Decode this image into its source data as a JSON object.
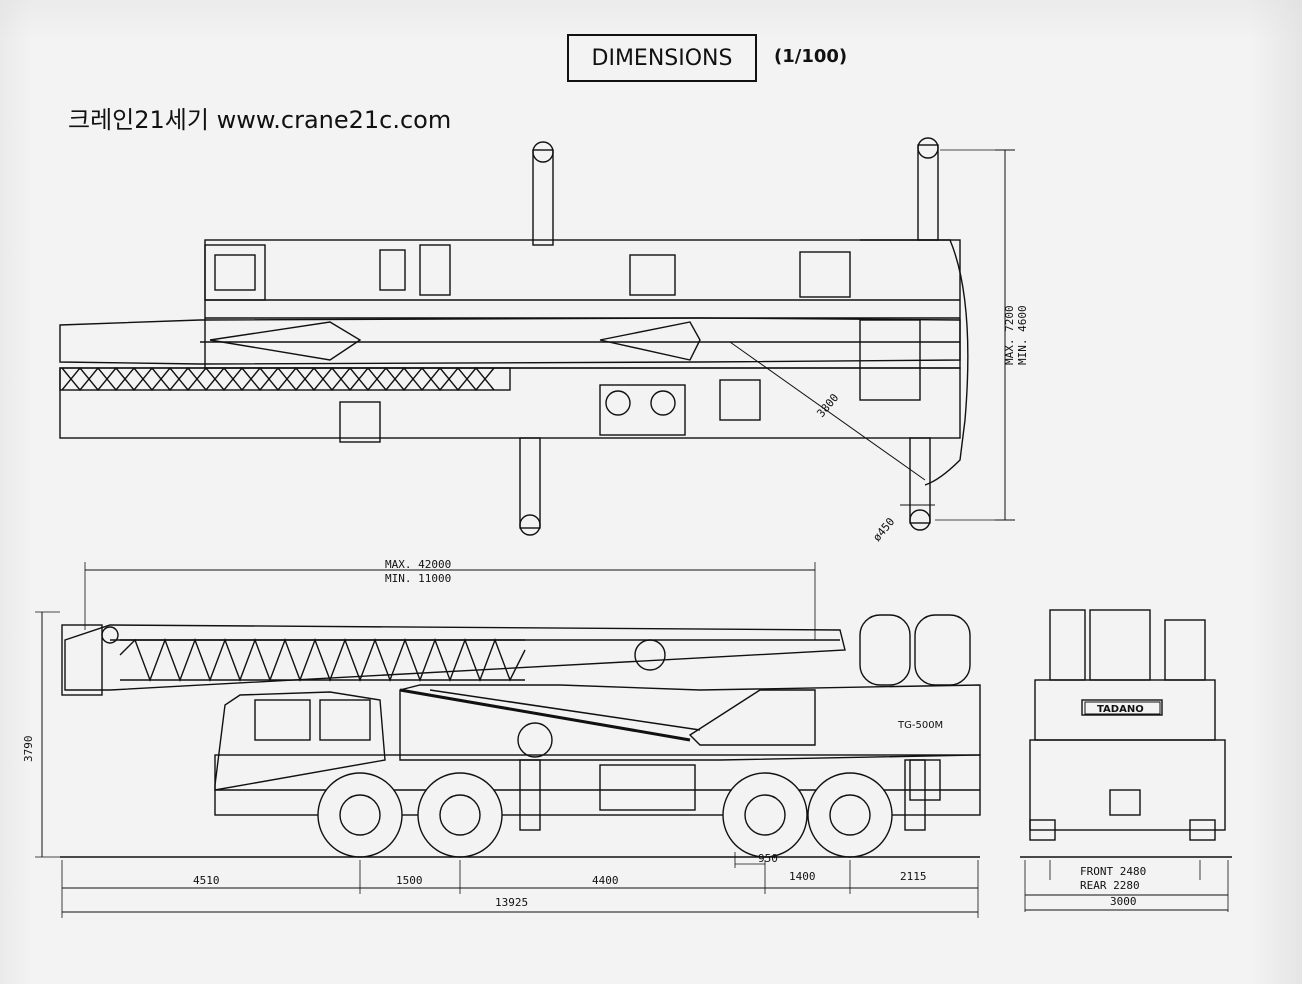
{
  "header": {
    "title": "DIMENSIONS",
    "scale": "(1/100)"
  },
  "watermark": {
    "text": "크레인21세기 www.crane21c.com"
  },
  "top_view": {
    "height_max": "MAX. 7200",
    "height_min": "MIN. 4600",
    "swing_radius": "3800",
    "pad_diameter": "ø450"
  },
  "side_view": {
    "boom_max": "MAX. 42000",
    "boom_min": "MIN. 11000",
    "overall_height": "3790",
    "model_plate": "TG-500M",
    "dims": {
      "front_overhang": "4510",
      "axle_1_2": "1500",
      "axle_2_3": "4400",
      "axle_3_4": "1400",
      "rear_overhang": "2115",
      "rear_axle_offset": "950",
      "overall_length": "13925"
    }
  },
  "rear_view": {
    "brand": "TADANO",
    "front_track": "FRONT  2480",
    "rear_track": "REAR  2280",
    "overall_width": "3000"
  }
}
